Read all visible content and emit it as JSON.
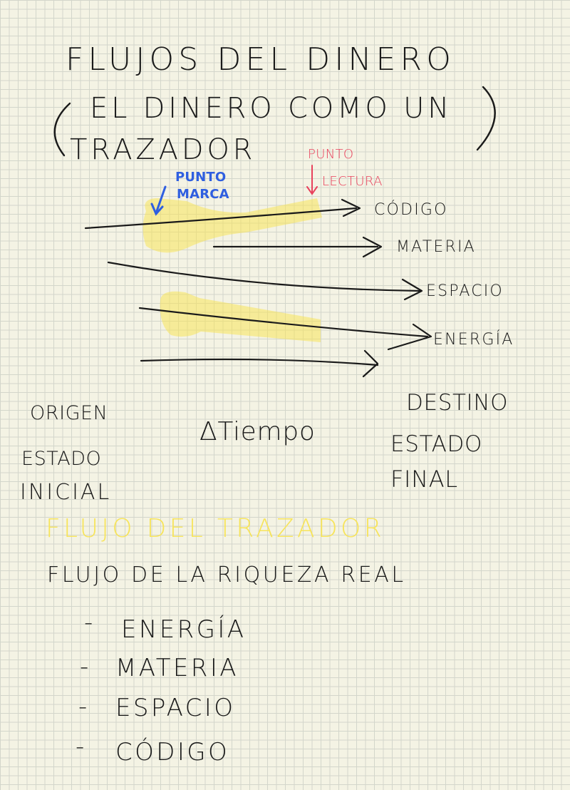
{
  "title": {
    "line1": "FLUJOS DEL DINERO",
    "open_paren": "(",
    "line2": "EL DINERO COMO UN",
    "close_paren": ")",
    "line3": "TRAZADOR"
  },
  "annotations": {
    "punto_lectura_line1": "PUNTO",
    "punto_lectura_line2": "LECTURA",
    "punto_marca_line1": "PUNTO",
    "punto_marca_line2": "MARCA"
  },
  "flows": [
    "CÓDIGO",
    "MATERIA",
    "ESPACIO",
    "ENERGÍA"
  ],
  "axis": {
    "origin_line1": "ORIGEN",
    "origin_line2": "ESTADO",
    "origin_line3": "INICIAL",
    "time_label": "ΔTiempo",
    "destination_line1": "DESTINO",
    "destination_line2": "ESTADO",
    "destination_line3": "FINAL"
  },
  "tracer_flow_label": "FLUJO DEL TRAZADOR",
  "real_wealth_flow_label": "FLUJO DE LA RIQUEZA REAL",
  "real_wealth_items": [
    {
      "dash": "-",
      "label": "ENERGÍA"
    },
    {
      "dash": "-",
      "label": "MATERIA"
    },
    {
      "dash": "-",
      "label": "ESPACIO"
    },
    {
      "dash": "-",
      "label": "CÓDIGO"
    }
  ],
  "colors": {
    "ink": "#1a1a1a",
    "highlighter": "#f7e45a",
    "red_pen": "#e8415c",
    "blue_pen": "#2f5fe0",
    "paper": "#f4f3e4",
    "grid": "#d3d6cb"
  }
}
